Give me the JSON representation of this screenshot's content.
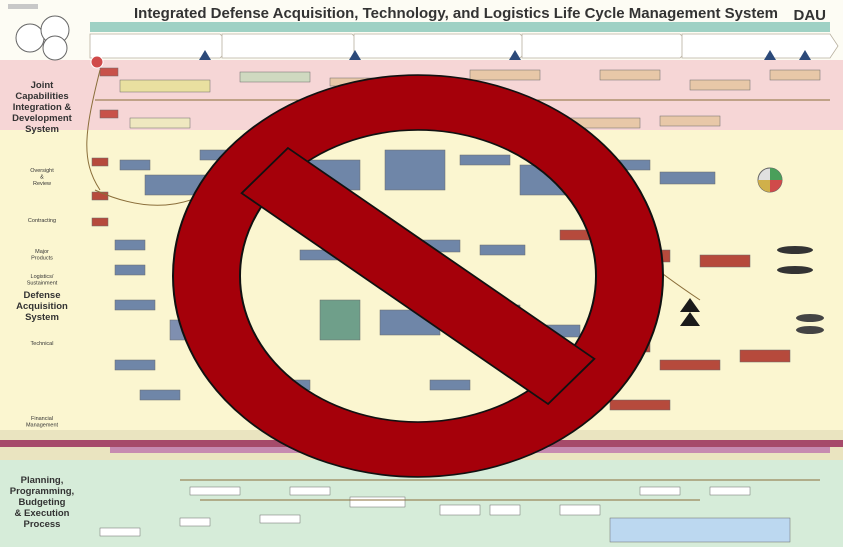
{
  "header": {
    "title": "Integrated Defense Acquisition, Technology, and Logistics Life Cycle Management System",
    "logo_text": "DAU"
  },
  "rows": [
    {
      "key": "jcids",
      "label_lines": [
        "Joint",
        "Capabilities",
        "Integration &",
        "Development",
        "System"
      ]
    },
    {
      "key": "das",
      "label_lines": [
        "Defense",
        "Acquisition",
        "System"
      ]
    },
    {
      "key": "ppbe",
      "label_lines": [
        "Planning,",
        "Programming,",
        "Budgeting",
        "& Execution",
        "Process"
      ]
    }
  ],
  "sub_rows": [
    {
      "label_lines": [
        "Oversight",
        "&",
        "Review"
      ]
    },
    {
      "label_lines": [
        "Contracting"
      ]
    },
    {
      "label_lines": [
        "Major",
        "Products"
      ]
    },
    {
      "label_lines": [
        "Logistics/",
        "Sustainment"
      ]
    },
    {
      "label_lines": [
        "Technical"
      ]
    },
    {
      "label_lines": [
        "Financial",
        "Management"
      ]
    }
  ],
  "overlay": {
    "symbol": "prohibition-sign",
    "color": "#a5000a"
  },
  "colors": {
    "band_pink": "#f6d6d6",
    "band_cream": "#fbf6d0",
    "band_green": "#d6ecd9",
    "accent_red": "#c8524a",
    "box_blue": "#6f86a8",
    "box_red": "#b64a3c"
  }
}
